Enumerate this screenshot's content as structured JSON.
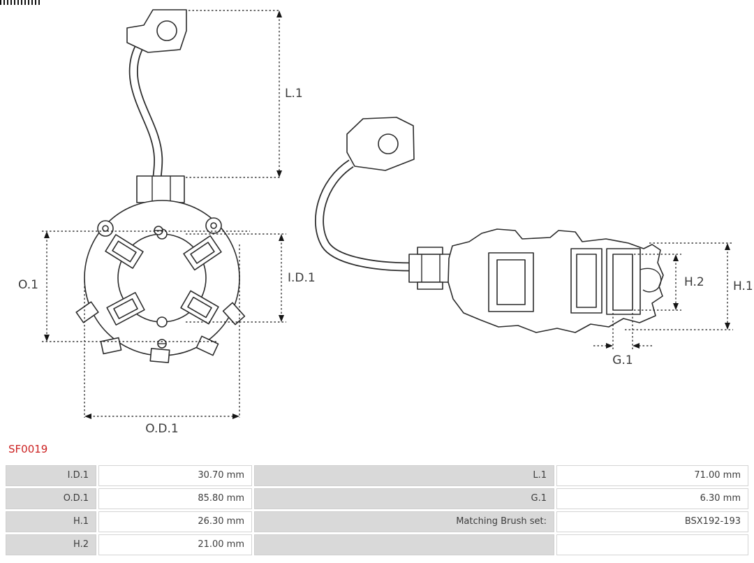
{
  "part_number": "SF0019",
  "diagram": {
    "dimension_labels": {
      "l1": "L.1",
      "o1": "O.1",
      "id1": "I.D.1",
      "od1": "O.D.1",
      "h1": "H.1",
      "h2": "H.2",
      "g1": "G.1"
    }
  },
  "colors": {
    "part_number_red": "#cc2222",
    "table_label_bg": "#d9d9d9",
    "table_value_border": "#d4d4d4",
    "drawing_line": "#2b2b2b",
    "text": "#3c3c3c"
  },
  "table": {
    "rows": [
      {
        "c0": "I.D.1",
        "c1": "30.70 mm",
        "c2": "L.1",
        "c3": "71.00 mm"
      },
      {
        "c0": "O.D.1",
        "c1": "85.80 mm",
        "c2": "G.1",
        "c3": "6.30 mm"
      },
      {
        "c0": "H.1",
        "c1": "26.30 mm",
        "c2": "Matching Brush set:",
        "c3": "BSX192-193"
      },
      {
        "c0": "H.2",
        "c1": "21.00 mm",
        "c2": "",
        "c3": ""
      }
    ]
  }
}
